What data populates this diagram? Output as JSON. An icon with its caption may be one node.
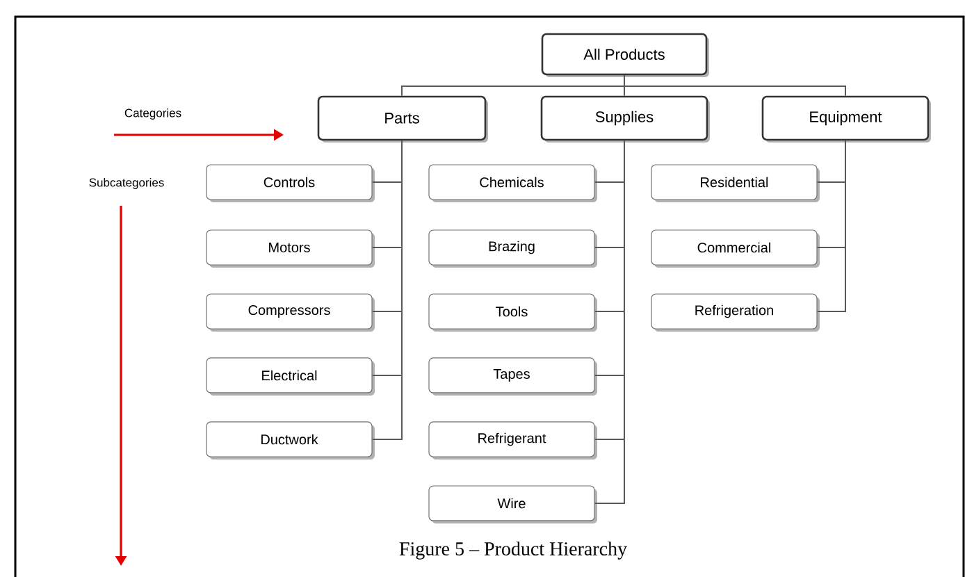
{
  "diagram": {
    "caption": "Figure 5 – Product Hierarchy",
    "nodes": [
      {
        "text": [
          "All Products"
        ]
      },
      {
        "text": [
          "Parts"
        ]
      },
      {
        "text": [
          "Supplies"
        ]
      },
      {
        "text": [
          "Equipment"
        ]
      },
      {
        "text": [
          "Controls"
        ]
      },
      {
        "text": [
          "Motors"
        ]
      },
      {
        "text": [
          "Compressors"
        ]
      },
      {
        "text": [
          "Electrical"
        ]
      },
      {
        "text": [
          "Ductwork"
        ]
      },
      {
        "text": [
          "Chemicals"
        ]
      },
      {
        "text": [
          "Brazing"
        ]
      },
      {
        "text": [
          "Tools"
        ]
      },
      {
        "text": [
          "Tapes"
        ]
      },
      {
        "text": [
          "Refrigerant"
        ]
      },
      {
        "text": [
          "Wire"
        ]
      },
      {
        "text": [
          "Residential"
        ]
      },
      {
        "text": [
          "Commercial"
        ]
      },
      {
        "text": [
          "Refrigeration"
        ]
      }
    ],
    "edges": [
      {
        "from": 0,
        "to": 1,
        "arrow": "none"
      },
      {
        "from": 0,
        "to": 2,
        "arrow": "none"
      },
      {
        "from": 0,
        "to": 3,
        "arrow": "none"
      },
      {
        "from": 1,
        "to": 4,
        "arrow": "none"
      },
      {
        "from": 1,
        "to": 5,
        "arrow": "none"
      },
      {
        "from": 1,
        "to": 6,
        "arrow": "none"
      },
      {
        "from": 1,
        "to": 7,
        "arrow": "none"
      },
      {
        "from": 1,
        "to": 8,
        "arrow": "none"
      },
      {
        "from": 2,
        "to": 9,
        "arrow": "none"
      },
      {
        "from": 2,
        "to": 10,
        "arrow": "none"
      },
      {
        "from": 2,
        "to": 11,
        "arrow": "none"
      },
      {
        "from": 2,
        "to": 12,
        "arrow": "none"
      },
      {
        "from": 2,
        "to": 13,
        "arrow": "none"
      },
      {
        "from": 2,
        "to": 14,
        "arrow": "none"
      },
      {
        "from": 3,
        "to": 15,
        "arrow": "none"
      },
      {
        "from": 3,
        "to": 16,
        "arrow": "none"
      },
      {
        "from": 3,
        "to": 17,
        "arrow": "none"
      }
    ],
    "labels": [
      "Categories",
      "Subcategories"
    ]
  }
}
